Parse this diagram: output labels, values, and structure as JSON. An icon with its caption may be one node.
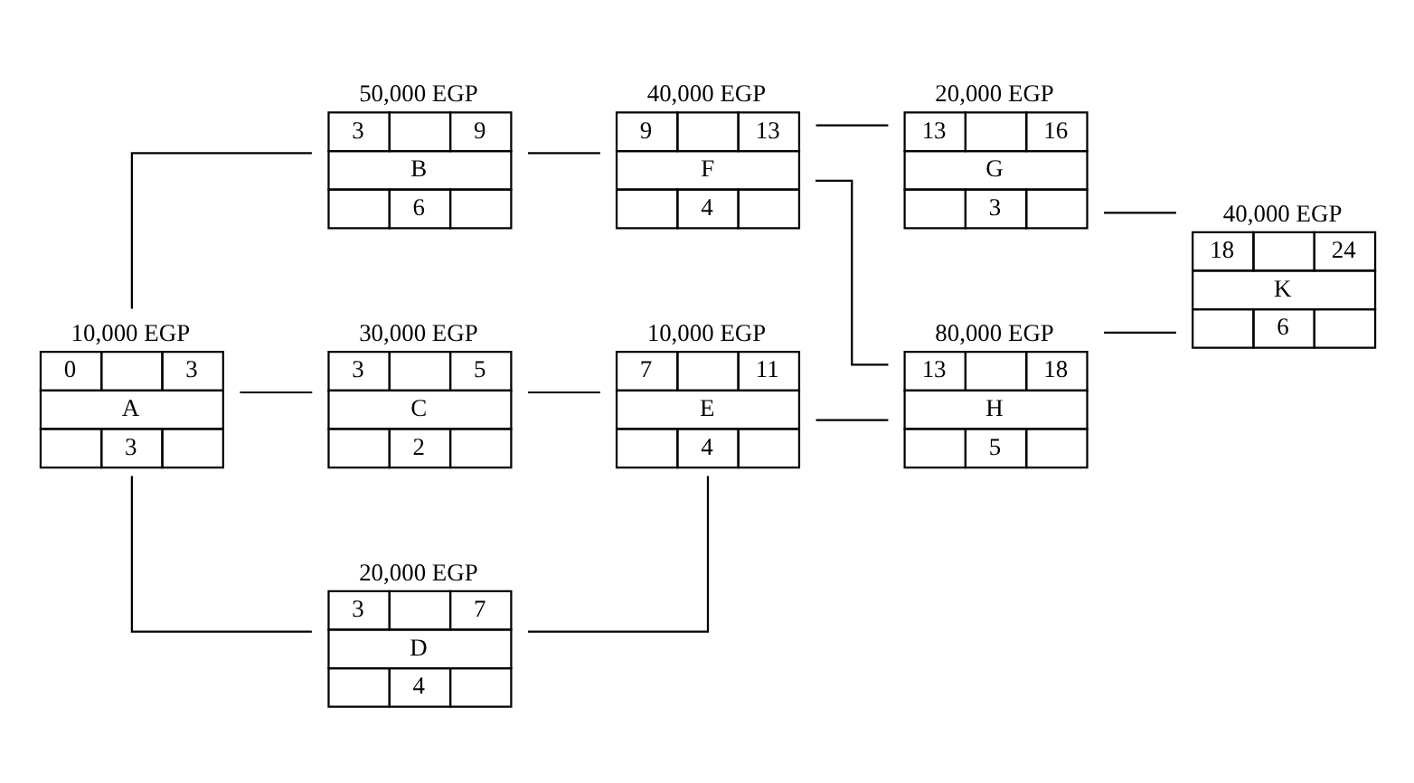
{
  "diagram": {
    "nodes": [
      {
        "text": [
          "0",
          "3",
          "A",
          "3"
        ],
        "beside": [
          "10,000 EGP"
        ]
      },
      {
        "text": [
          "3",
          "9",
          "B",
          "6"
        ],
        "beside": [
          "50,000 EGP"
        ]
      },
      {
        "text": [
          "3",
          "5",
          "C",
          "2"
        ],
        "beside": [
          "30,000 EGP"
        ]
      },
      {
        "text": [
          "3",
          "7",
          "D",
          "4"
        ],
        "beside": [
          "20,000 EGP"
        ]
      },
      {
        "text": [
          "9",
          "13",
          "F",
          "4"
        ],
        "beside": [
          "40,000 EGP"
        ]
      },
      {
        "text": [
          "7",
          "11",
          "E",
          "4"
        ],
        "beside": [
          "10,000 EGP"
        ]
      },
      {
        "text": [
          "13",
          "16",
          "G",
          "3"
        ],
        "beside": [
          "20,000 EGP"
        ]
      },
      {
        "text": [
          "13",
          "18",
          "H",
          "5"
        ],
        "beside": [
          "80,000 EGP"
        ]
      },
      {
        "text": [
          "18",
          "24",
          "K",
          "6"
        ],
        "beside": [
          "40,000 EGP"
        ]
      }
    ],
    "edges": [
      {
        "from": 0,
        "to": 1,
        "arrow": "none"
      },
      {
        "from": 0,
        "to": 2,
        "arrow": "none"
      },
      {
        "from": 0,
        "to": 3,
        "arrow": "none"
      },
      {
        "from": 1,
        "to": 4,
        "arrow": "none"
      },
      {
        "from": 2,
        "to": 5,
        "arrow": "none"
      },
      {
        "from": 3,
        "to": 5,
        "arrow": "none"
      },
      {
        "from": 5,
        "to": 7,
        "arrow": "none"
      },
      {
        "from": 4,
        "to": 6,
        "arrow": "none"
      },
      {
        "from": 4,
        "to": 7,
        "arrow": "none"
      },
      {
        "from": 6,
        "to": 8,
        "arrow": "none"
      },
      {
        "from": 7,
        "to": 8,
        "arrow": "none"
      }
    ]
  }
}
